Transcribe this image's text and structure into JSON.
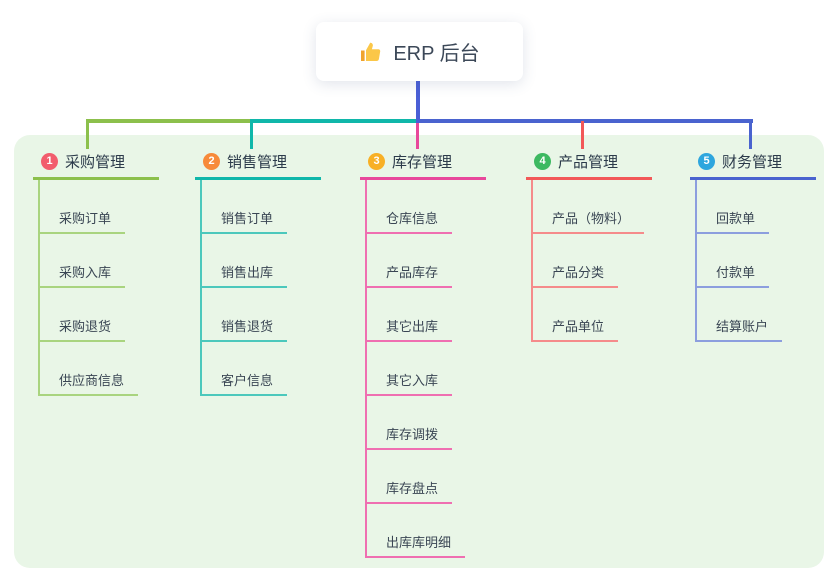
{
  "root": {
    "label": "ERP 后台",
    "icon": "thumbs-up-icon"
  },
  "connector_color": "#4a5fd6",
  "panel_color": "#e9f6e7",
  "branches": [
    {
      "num": "1",
      "label": "采购管理",
      "badge_color": "#f25d6d",
      "line_color": "#8cc04c",
      "child_line_color": "#a9d47f",
      "children": [
        "采购订单",
        "采购入库",
        "采购退货",
        "供应商信息"
      ]
    },
    {
      "num": "2",
      "label": "销售管理",
      "badge_color": "#f78a3a",
      "line_color": "#10b7aa",
      "child_line_color": "#4cc8bc",
      "children": [
        "销售订单",
        "销售出库",
        "销售退货",
        "客户信息"
      ]
    },
    {
      "num": "3",
      "label": "库存管理",
      "badge_color": "#f8b025",
      "line_color": "#e8489b",
      "child_line_color": "#ef6fb1",
      "children": [
        "仓库信息",
        "产品库存",
        "其它出库",
        "其它入库",
        "库存调拨",
        "库存盘点",
        "出库库明细"
      ]
    },
    {
      "num": "4",
      "label": "产品管理",
      "badge_color": "#3db961",
      "line_color": "#f25858",
      "child_line_color": "#f58b8b",
      "children": [
        "产品（物料）",
        "产品分类",
        "产品单位"
      ]
    },
    {
      "num": "5",
      "label": "财务管理",
      "badge_color": "#2ea6de",
      "line_color": "#4a63cf",
      "child_line_color": "#8c9ede",
      "children": [
        "回款单",
        "付款单",
        "结算账户"
      ]
    }
  ]
}
